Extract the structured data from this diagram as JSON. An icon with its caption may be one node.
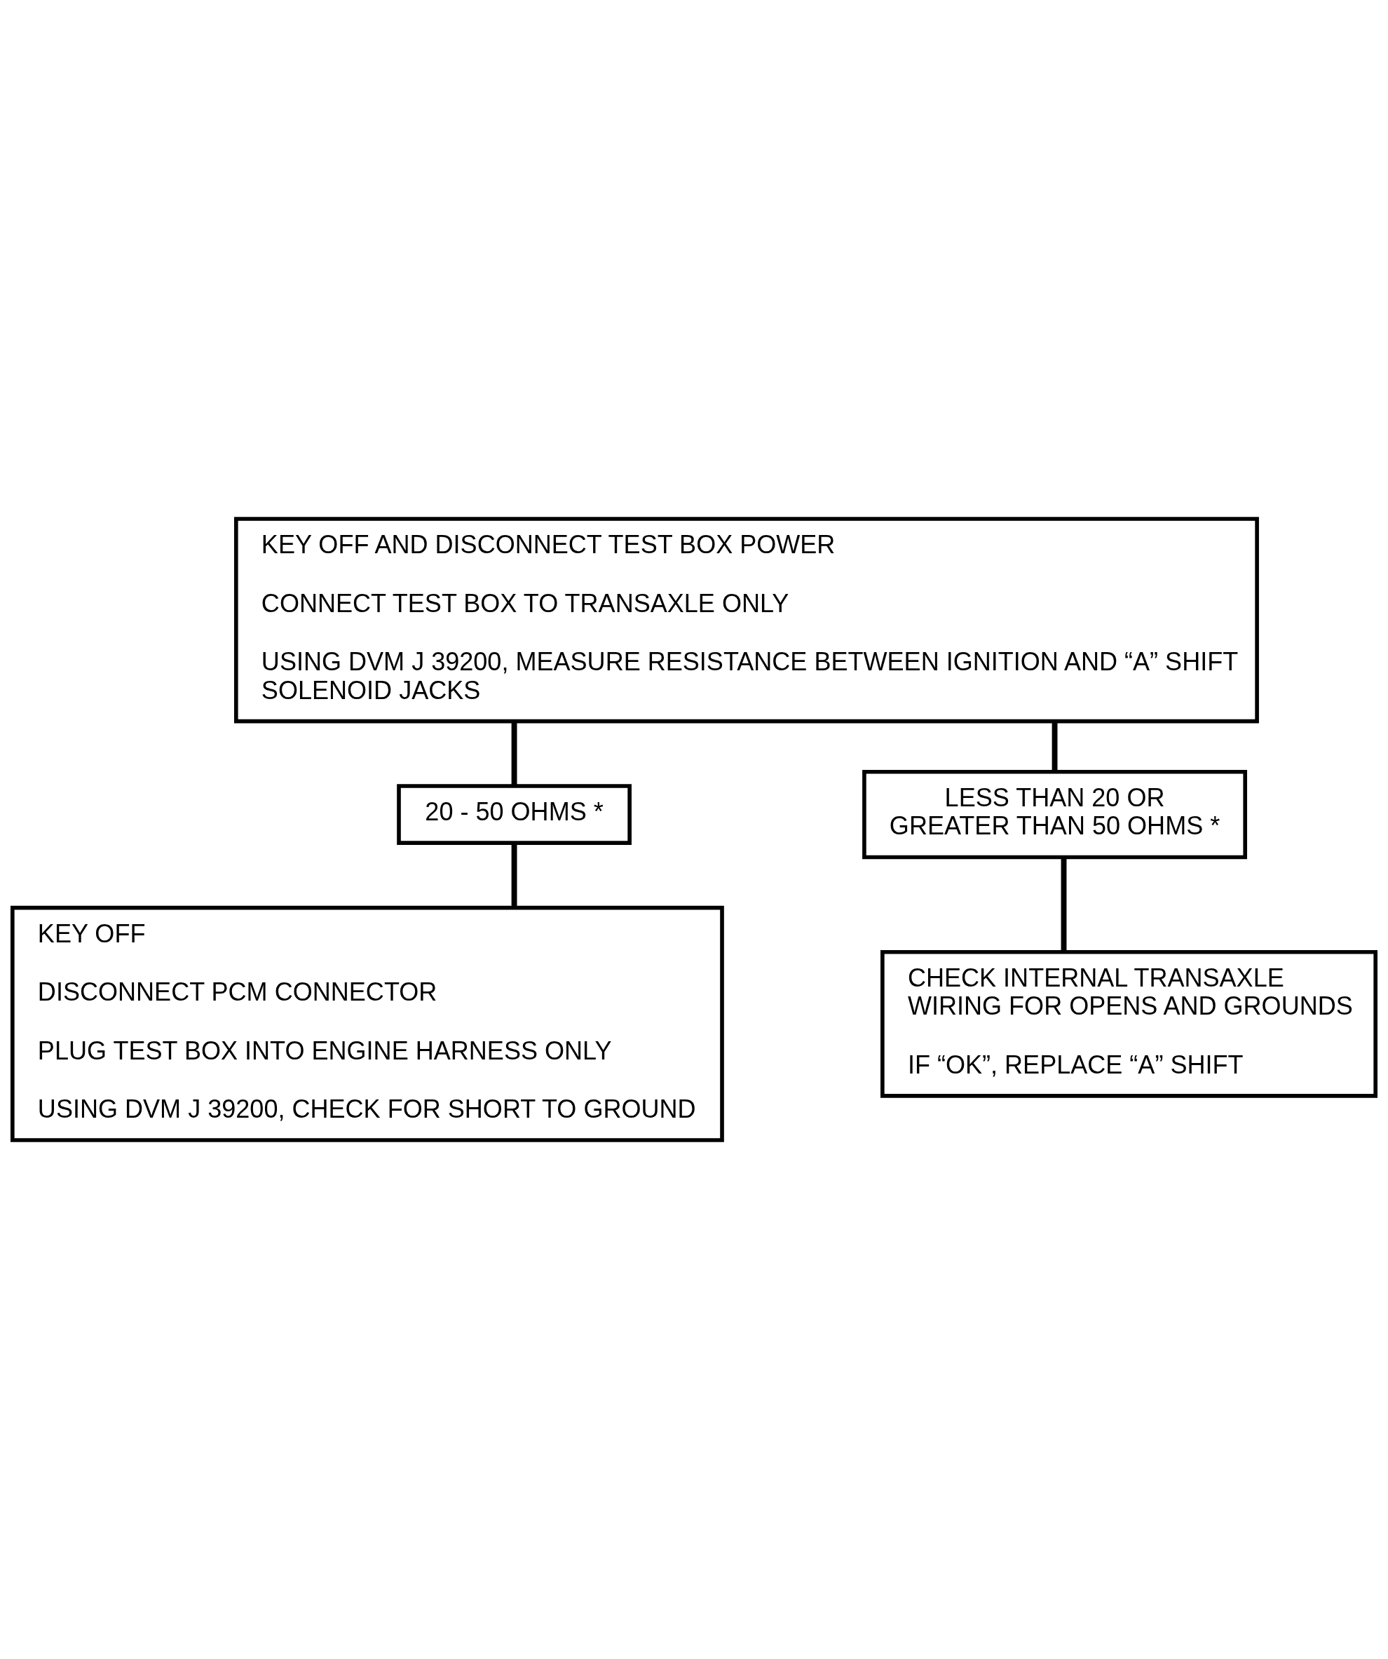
{
  "diagram": {
    "nodes": [
      {
        "text": [
          "KEY OFF AND DISCONNECT TEST BOX POWER",
          "CONNECT TEST BOX TO TRANSAXLE ONLY",
          "USING DVM J 39200, MEASURE RESISTANCE BETWEEN IGNITION AND “A” SHIFT SOLENOID JACKS"
        ]
      },
      {
        "text": [
          "20 - 50 OHMS *"
        ]
      },
      {
        "text": [
          "LESS THAN 20 OR GREATER THAN 50 OHMS *"
        ]
      },
      {
        "text": [
          "KEY OFF",
          "DISCONNECT PCM CONNECTOR",
          "PLUG TEST BOX INTO ENGINE HARNESS ONLY",
          "USING DVM J 39200, CHECK FOR SHORT TO GROUND"
        ]
      },
      {
        "text": [
          "CHECK INTERNAL TRANSAXLE WIRING FOR OPENS AND GROUNDS",
          "IF “OK”, REPLACE “A” SHIFT"
        ]
      }
    ],
    "edges": [
      {
        "from": 0,
        "to": 1,
        "arrow": "none"
      },
      {
        "from": 0,
        "to": 2,
        "arrow": "none"
      },
      {
        "from": 1,
        "to": 3,
        "arrow": "none"
      },
      {
        "from": 2,
        "to": 4,
        "arrow": "none"
      }
    ]
  }
}
